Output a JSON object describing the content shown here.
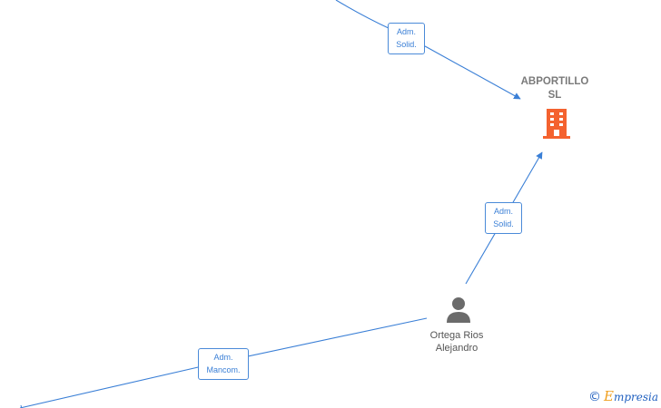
{
  "company": {
    "name_line1": "ABPORTILLO",
    "name_line2": "SL",
    "icon": "building-icon",
    "icon_color": "#f4622f"
  },
  "person": {
    "name_line1": "Ortega Rios",
    "name_line2": "Alejandro",
    "icon": "person-icon",
    "icon_color": "#6b6b6b"
  },
  "edges": [
    {
      "line1": "Adm.",
      "line2": "Solid."
    },
    {
      "line1": "Adm.",
      "line2": "Solid."
    },
    {
      "line1": "Adm.",
      "line2": "Mancom."
    }
  ],
  "edge_color": "#3a7fd6",
  "brand": {
    "copyright": "©",
    "initial": "E",
    "rest": "mpresia"
  }
}
